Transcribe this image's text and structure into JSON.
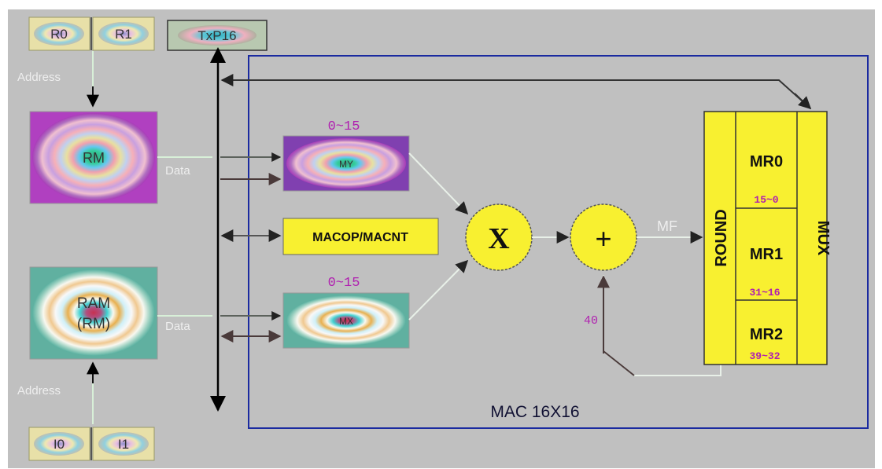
{
  "diagram": {
    "registers_top": [
      "R0",
      "R1"
    ],
    "registers_bottom": [
      "I0",
      "I1"
    ],
    "txp_label": "TxP16",
    "address_top_label": "Address",
    "address_bottom_label": "Address",
    "rom_label": "RM",
    "ram_label_line1": "RAM",
    "ram_label_line2": "(RM)",
    "data_top_label": "Data",
    "data_bottom_label": "Data",
    "mx_top_label": "MY",
    "mx_bottom_label": "MX",
    "range_top": "0~15",
    "range_bottom": "0~15",
    "macop_label": "MACOP/MACNT",
    "multiply_symbol": "X",
    "add_symbol": "+",
    "mf_label": "MF",
    "round_label": "ROUND",
    "mux_label": "MUX",
    "mr0_label": "MR0",
    "mr0_range": "15~0",
    "mr1_label": "MR1",
    "mr1_range": "31~16",
    "mr2_label": "MR2",
    "mr2_range": "39~32",
    "feedback_label": "40",
    "mac_label": "MAC 16X16"
  }
}
